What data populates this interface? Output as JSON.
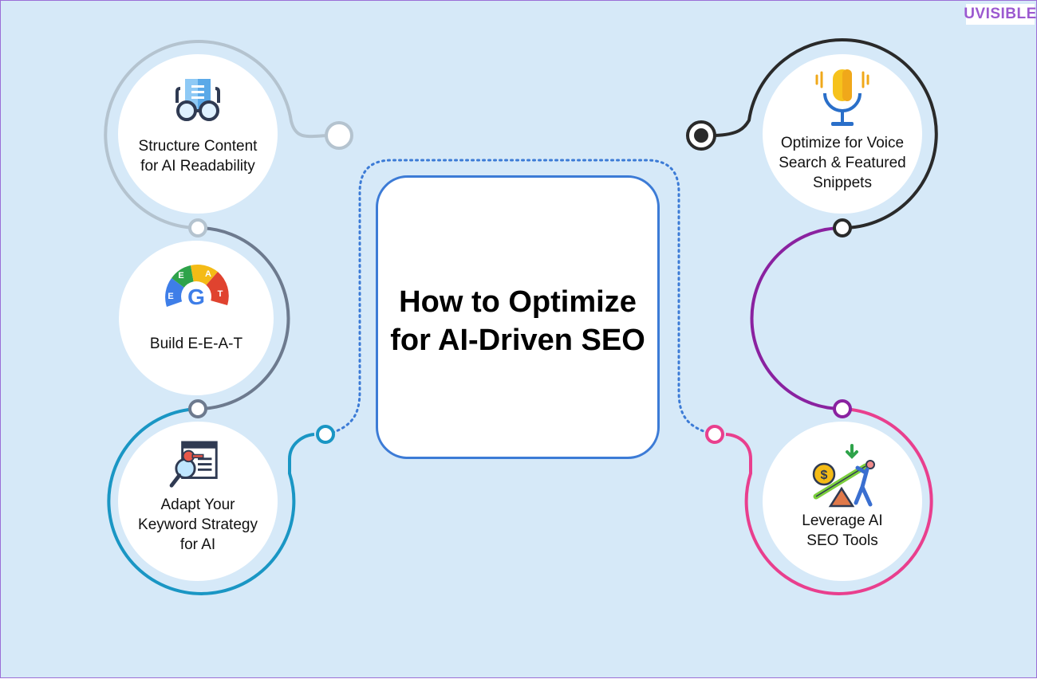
{
  "logo": {
    "text": "UVISIBLE",
    "color": "#9b59d0"
  },
  "center": {
    "title": "How to Optimize for AI-Driven SEO",
    "border_color": "#3c7bd6"
  },
  "steps": [
    {
      "label": "Structure Content\nfor AI Readability",
      "icon": "reading-glasses-document-icon",
      "color": "#b4c3cf"
    },
    {
      "label": "Build E-E-A-T",
      "icon": "google-eeat-icon",
      "color": "#6d7a8e"
    },
    {
      "label": "Adapt Your\nKeyword Strategy\nfor AI",
      "icon": "keyword-search-icon",
      "color": "#1a96c4"
    },
    {
      "label": "Optimize for Voice\nSearch & Featured\nSnippets",
      "icon": "microphone-icon",
      "color": "#2a2a2a"
    },
    {
      "label": "Leverage AI\nSEO Tools",
      "icon": "seesaw-lever-icon",
      "color": "#e93f8e"
    }
  ],
  "eeat_letters": [
    "E",
    "E",
    "A",
    "T"
  ],
  "colors": {
    "background": "#d6e9f8",
    "purple_arc": "#8a22a0"
  }
}
